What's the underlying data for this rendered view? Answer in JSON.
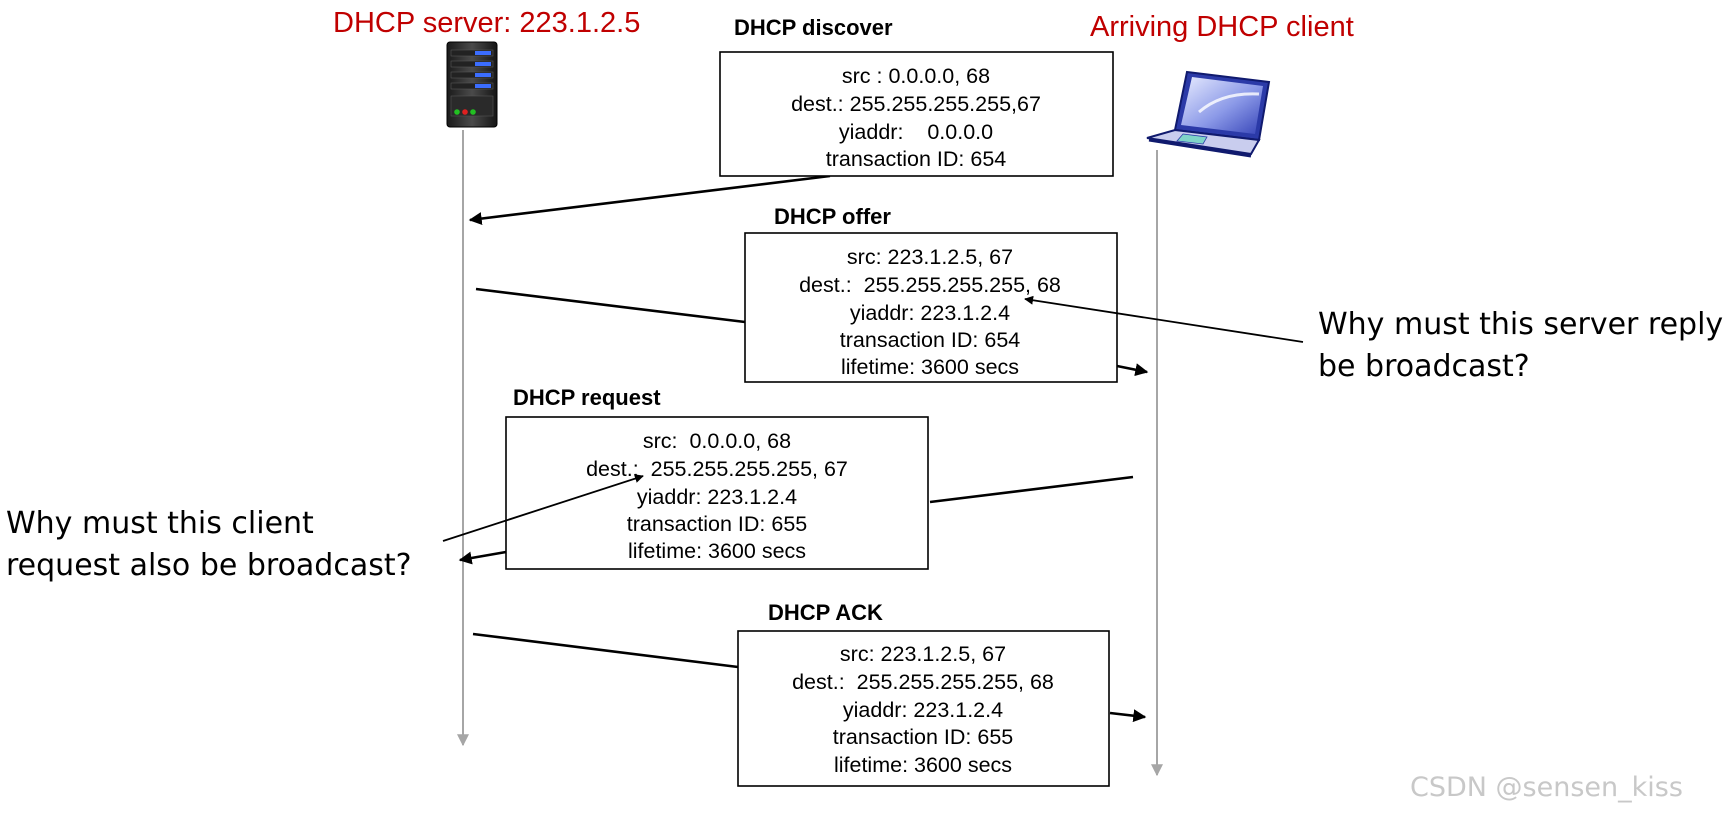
{
  "server": {
    "label": "DHCP server: 223.1.2.5",
    "icon": "server-tower-icon"
  },
  "client": {
    "label": "Arriving DHCP client",
    "icon": "laptop-icon"
  },
  "messages": {
    "discover": {
      "title": "DHCP discover",
      "lines": [
        "src : 0.0.0.0, 68",
        "dest.: 255.255.255.255,67",
        "yiaddr:    0.0.0.0",
        "transaction ID: 654"
      ]
    },
    "offer": {
      "title": "DHCP offer",
      "lines": [
        "src: 223.1.2.5, 67",
        "dest.:  255.255.255.255, 68",
        "yiaddr: 223.1.2.4",
        "transaction ID: 654",
        "lifetime: 3600 secs"
      ]
    },
    "request": {
      "title": "DHCP request",
      "lines": [
        "src:  0.0.0.0, 68",
        "dest.:  255.255.255.255, 67",
        "yiaddr: 223.1.2.4",
        "transaction ID: 655",
        "lifetime: 3600 secs"
      ]
    },
    "ack": {
      "title": "DHCP ACK",
      "lines": [
        "src: 223.1.2.5, 67",
        "dest.:  255.255.255.255, 68",
        "yiaddr: 223.1.2.4",
        "transaction ID: 655",
        "lifetime: 3600 secs"
      ]
    }
  },
  "questions": {
    "server_reply": [
      "Why must this server reply",
      "be broadcast?"
    ],
    "client_request": [
      "Why must this client",
      "request also be broadcast?"
    ]
  },
  "watermark": "CSDN @sensen_kiss",
  "colors": {
    "party_label": "#c00000",
    "lifeline": "#a6a6a6",
    "watermark": "#c8c8c8"
  }
}
